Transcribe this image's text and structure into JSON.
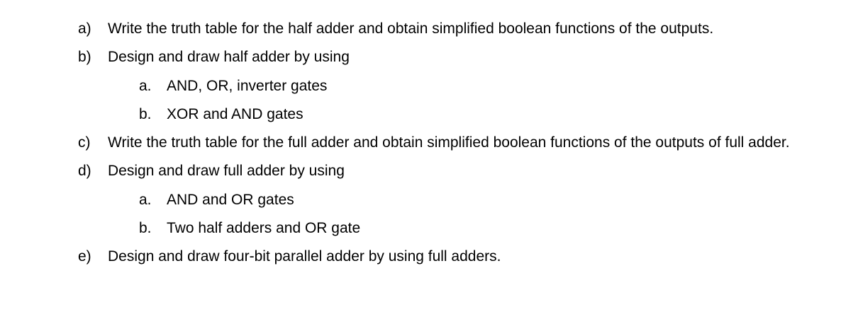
{
  "document": {
    "items": [
      {
        "marker": "a)",
        "text": "Write the truth table for the half adder and obtain simplified boolean functions of the outputs."
      },
      {
        "marker": "b)",
        "text": "Design and draw half adder by using",
        "sub": [
          {
            "marker": "a.",
            "text": "AND, OR, inverter gates"
          },
          {
            "marker": "b.",
            "text": "XOR and AND gates"
          }
        ]
      },
      {
        "marker": "c)",
        "text": "Write the truth table for the full adder and obtain simplified boolean functions of the outputs of full adder."
      },
      {
        "marker": "d)",
        "text": "Design and draw full adder by using",
        "sub": [
          {
            "marker": "a.",
            "text": "AND and OR gates"
          },
          {
            "marker": "b.",
            "text": "Two half adders and OR gate"
          }
        ]
      },
      {
        "marker": "e)",
        "text": "Design and draw four-bit parallel adder by using full adders."
      }
    ]
  }
}
